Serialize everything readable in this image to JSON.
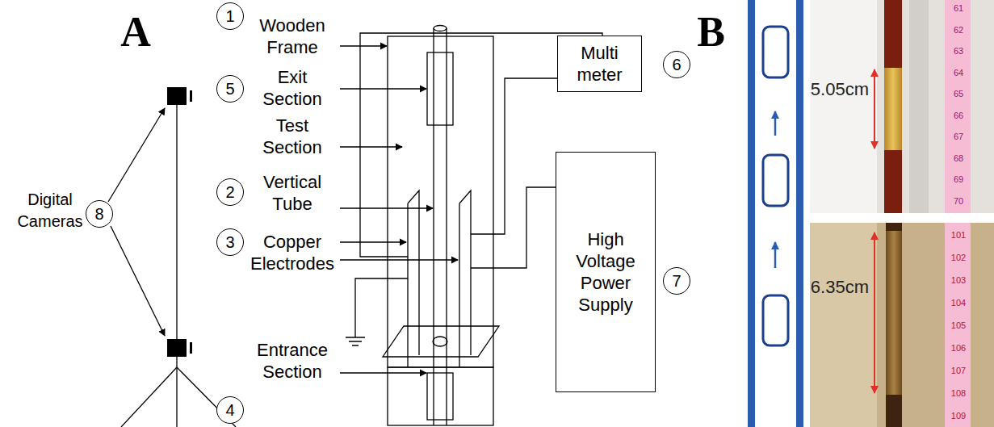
{
  "diagram": {
    "nodes": [
      {
        "text": [
          "1"
        ]
      },
      {
        "text": [
          "5"
        ]
      },
      {
        "text": [
          "Multi meter"
        ]
      },
      {
        "text": [
          "6"
        ]
      },
      {
        "text": [
          "2"
        ]
      },
      {
        "text": [
          "3"
        ]
      },
      {
        "text": [
          "8"
        ]
      },
      {
        "text": [
          "High Voltage Power Supply"
        ]
      },
      {
        "text": [
          "7"
        ]
      },
      {
        "text": [
          "4"
        ]
      }
    ],
    "labels": [
      "A",
      "Digital Cameras",
      "Wooden Frame",
      "Exit Section",
      "Test Section",
      "Vertical Tube",
      "Copper Electrodes",
      "Entrance Section",
      "B",
      "5.05cm",
      "6.35cm",
      "61",
      "62",
      "63",
      "64",
      "65",
      "66",
      "67",
      "68",
      "69",
      "70",
      "101",
      "102",
      "103",
      "104",
      "105",
      "106",
      "107",
      "108",
      "109"
    ]
  }
}
